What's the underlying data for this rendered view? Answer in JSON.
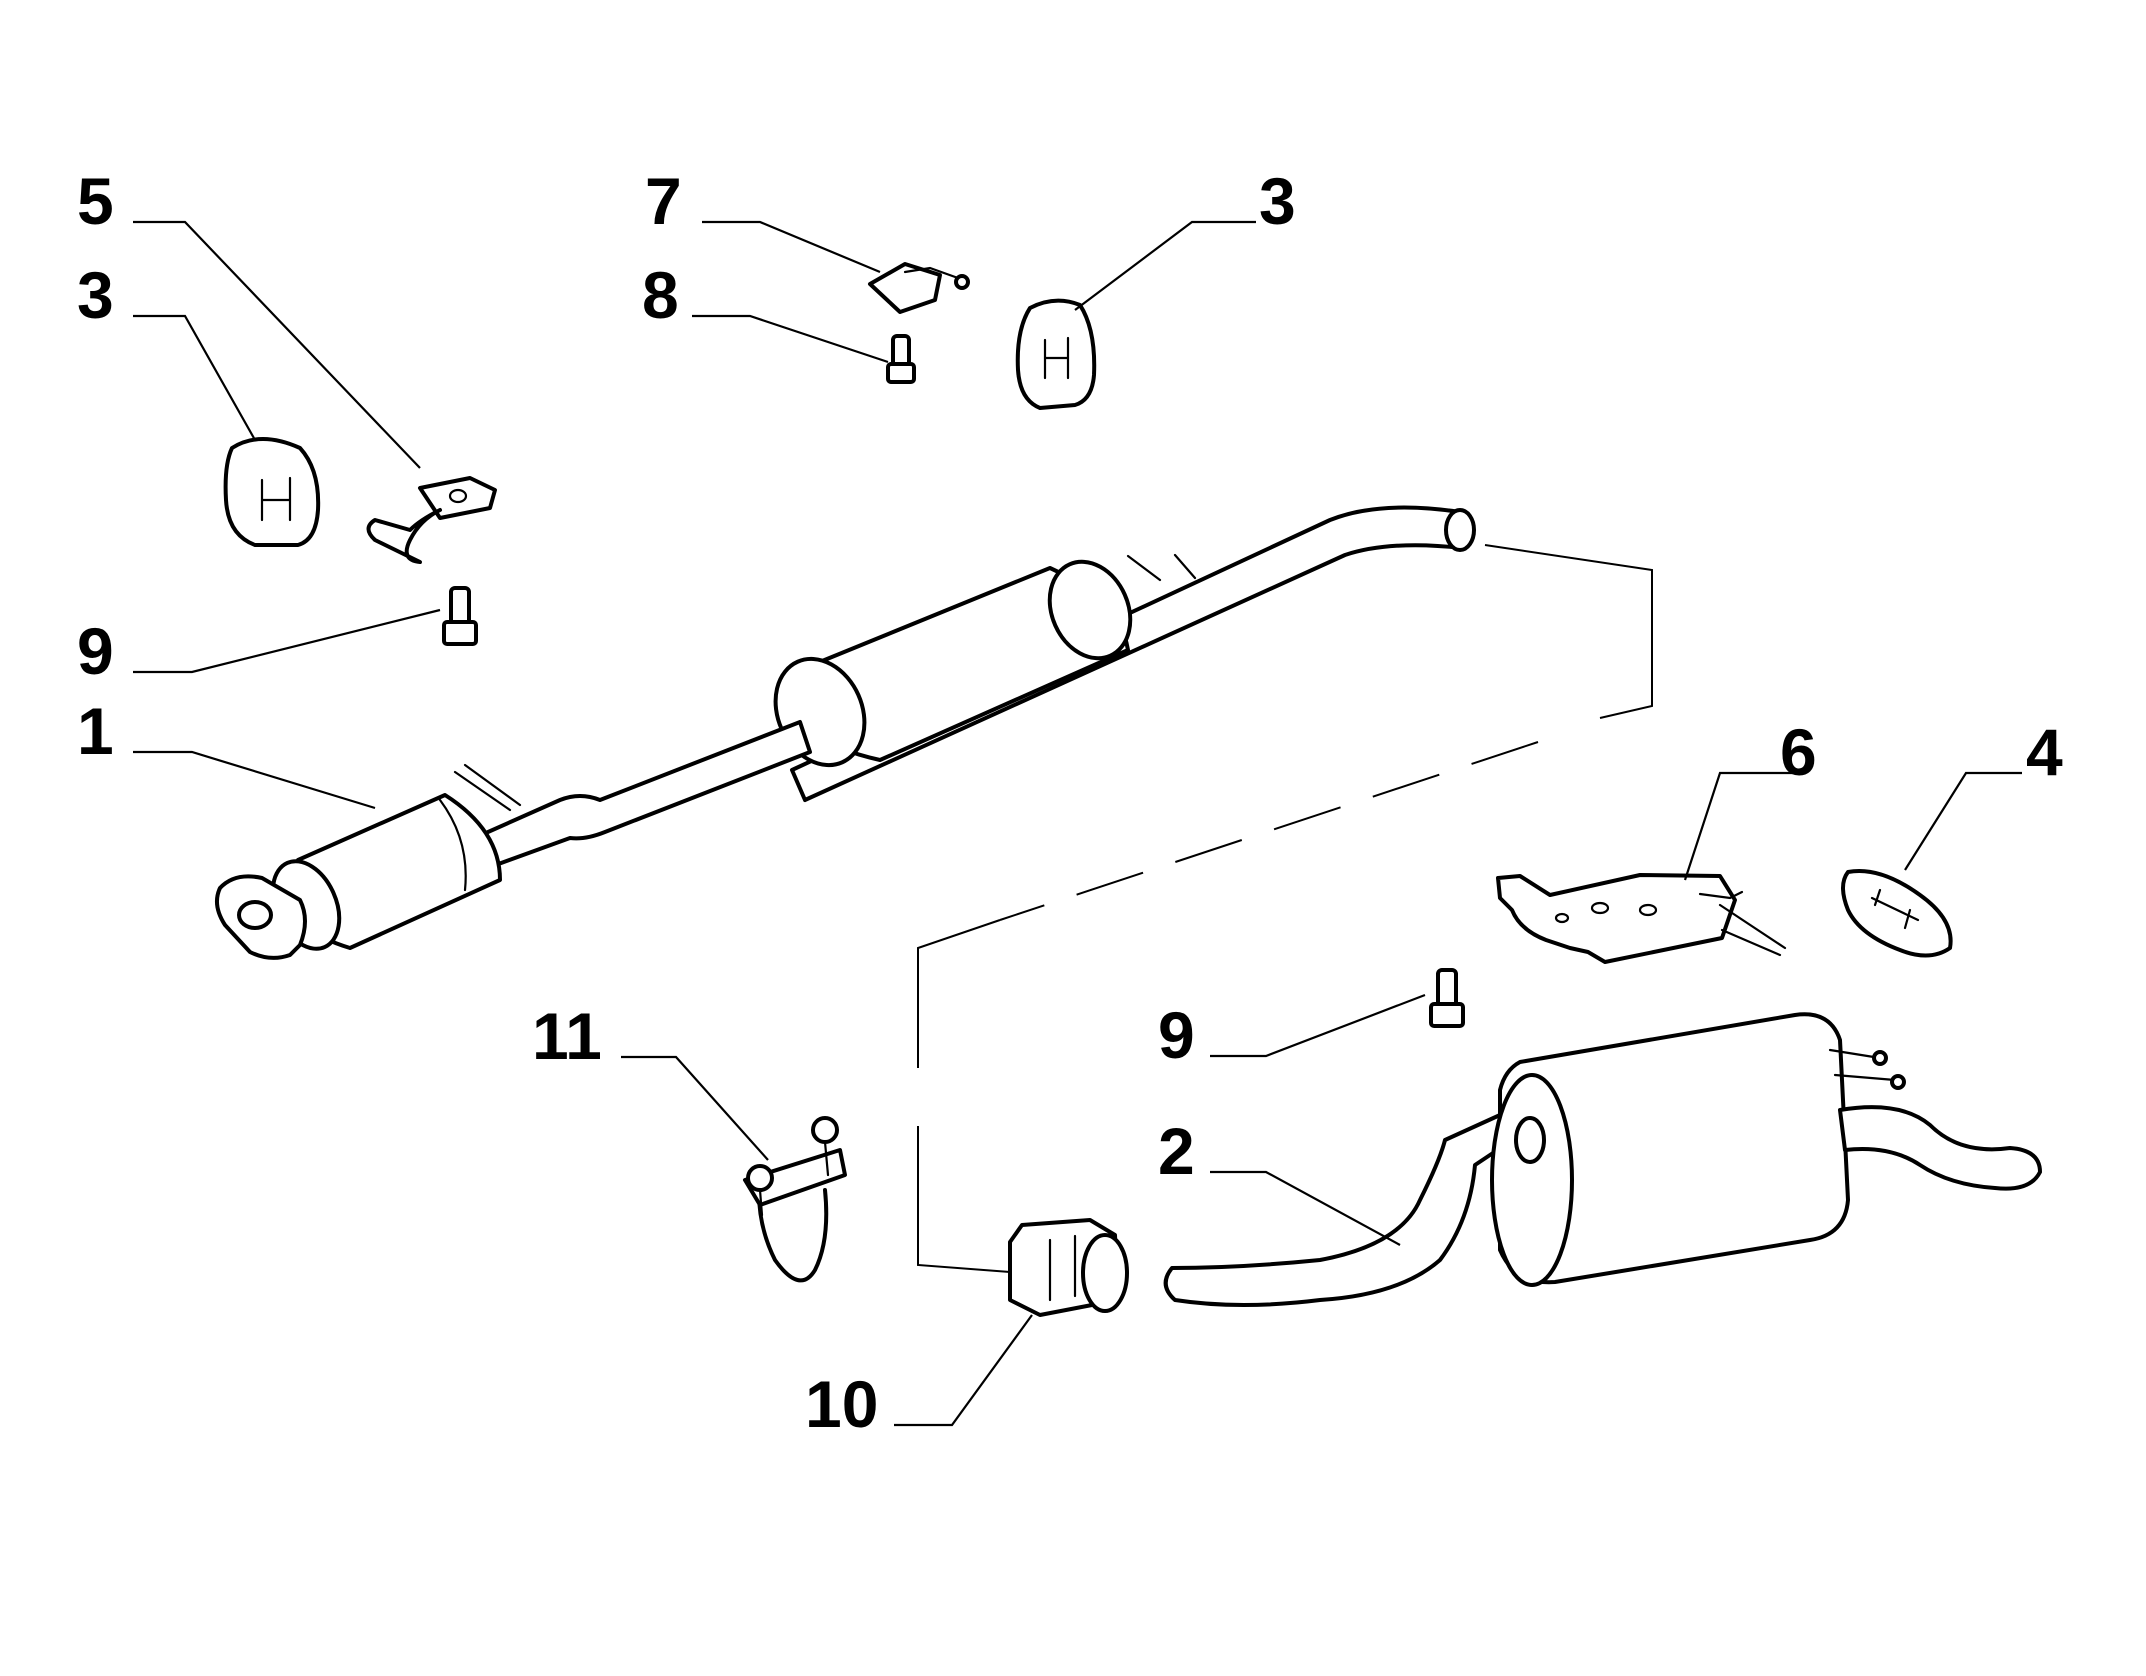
{
  "callouts": [
    {
      "id": "c5",
      "number": "5"
    },
    {
      "id": "c3a",
      "number": "3"
    },
    {
      "id": "c7",
      "number": "7"
    },
    {
      "id": "c8",
      "number": "8"
    },
    {
      "id": "c3b",
      "number": "3"
    },
    {
      "id": "c9a",
      "number": "9"
    },
    {
      "id": "c1",
      "number": "1"
    },
    {
      "id": "c6",
      "number": "6"
    },
    {
      "id": "c4",
      "number": "4"
    },
    {
      "id": "c11",
      "number": "11"
    },
    {
      "id": "c9b",
      "number": "9"
    },
    {
      "id": "c2",
      "number": "2"
    },
    {
      "id": "c10",
      "number": "10"
    }
  ],
  "parts": [
    {
      "id": "front-pipe-catalyst-center-muffler",
      "ref": "1"
    },
    {
      "id": "rear-muffler",
      "ref": "2"
    },
    {
      "id": "rubber-hanger",
      "ref": "3"
    },
    {
      "id": "rubber-mount",
      "ref": "4"
    },
    {
      "id": "hanger-bracket-front",
      "ref": "5"
    },
    {
      "id": "support-bracket",
      "ref": "6"
    },
    {
      "id": "hanger-bracket",
      "ref": "7"
    },
    {
      "id": "bolt",
      "ref": "8"
    },
    {
      "id": "bolt",
      "ref": "9"
    },
    {
      "id": "sleeve-clamp",
      "ref": "10"
    },
    {
      "id": "u-bolt-clamp",
      "ref": "11"
    }
  ],
  "colors": {
    "ink": "#000000",
    "background": "#ffffff"
  }
}
